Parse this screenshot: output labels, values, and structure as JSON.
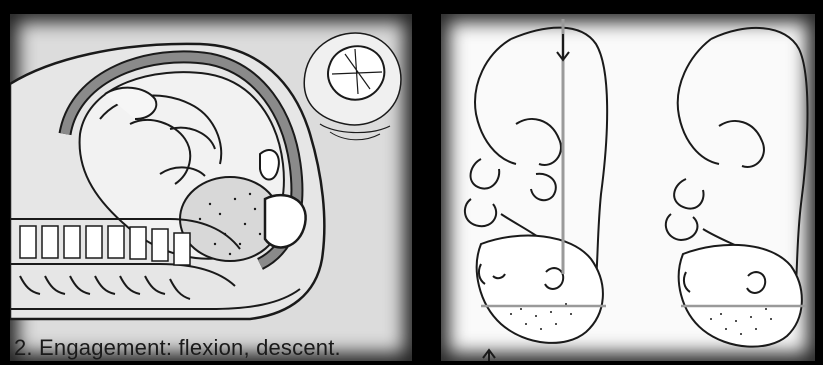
{
  "caption": "2. Engagement: flexion, descent.",
  "illustrations": {
    "left_panel": "sagittal-section-engagement",
    "left_inset": "fetal-skull-in-pelvis",
    "right_panel_a": "fetus-head-down-with-axis-arrows",
    "right_panel_b": "fetus-head-down"
  },
  "colors": {
    "frame": "#000000",
    "left_background": "#dcdcdc",
    "right_background": "#fafafa",
    "ink": "#1a1a1a",
    "uterine_wall": "#8a8a8a"
  }
}
